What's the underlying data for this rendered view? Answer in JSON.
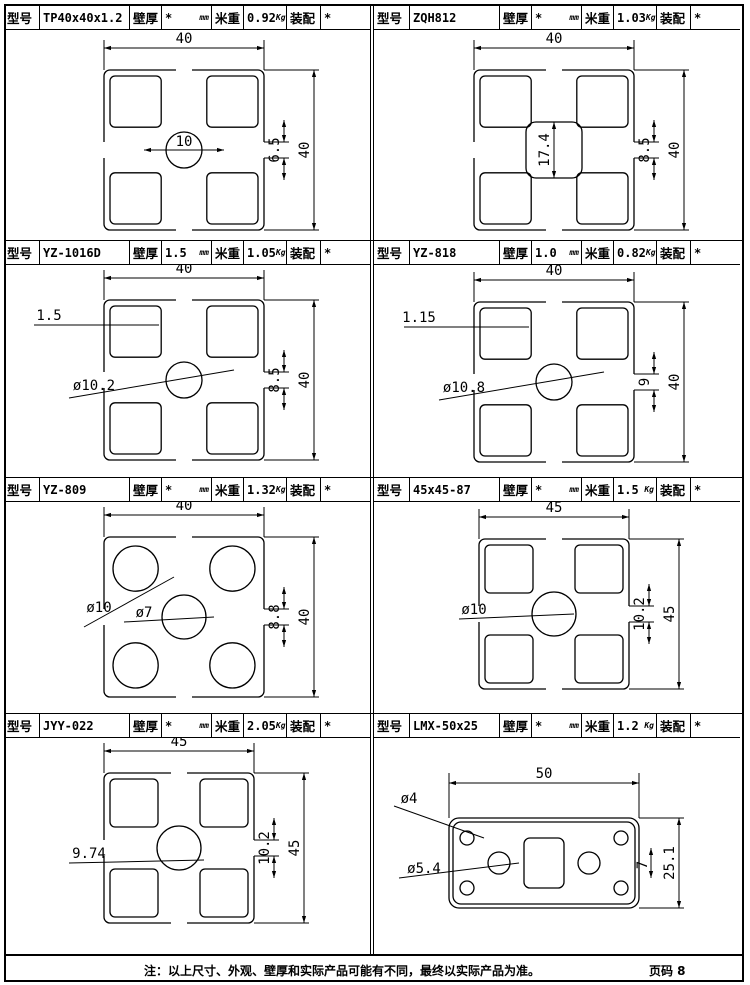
{
  "labels": {
    "model": "型号",
    "wall": "壁厚",
    "unit_mm": "mm",
    "weight": "米重",
    "unit_kg": "Kg",
    "assembly": "装配"
  },
  "profiles": [
    {
      "model": "TP40x40x1.2",
      "wall": "*",
      "weight": "0.92",
      "assembly": "*",
      "dims": {
        "width": "40",
        "height": "40",
        "slot": "6.5",
        "extra1": "10",
        "extra2": ""
      }
    },
    {
      "model": "ZQH812",
      "wall": "*",
      "weight": "1.03",
      "assembly": "*",
      "dims": {
        "width": "40",
        "height": "40",
        "slot": "8.5",
        "extra1": "17.4",
        "extra2": ""
      }
    },
    {
      "model": "YZ-1016D",
      "wall": "1.5",
      "weight": "1.05",
      "assembly": "*",
      "dims": {
        "width": "40",
        "height": "40",
        "slot": "8.5",
        "extra1": "1.5",
        "extra2": "ø10.2"
      }
    },
    {
      "model": "YZ-818",
      "wall": "1.0",
      "weight": "0.82",
      "assembly": "*",
      "dims": {
        "width": "40",
        "height": "40",
        "slot": "9",
        "extra1": "1.15",
        "extra2": "ø10.8"
      }
    },
    {
      "model": "YZ-809",
      "wall": "*",
      "weight": "1.32",
      "assembly": "*",
      "dims": {
        "width": "40",
        "height": "40",
        "slot": "8.8",
        "extra1": "ø10",
        "extra2": "ø7"
      }
    },
    {
      "model": "45x45-87",
      "wall": "*",
      "weight": "1.5",
      "assembly": "*",
      "dims": {
        "width": "45",
        "height": "45",
        "slot": "10.2",
        "extra1": "ø10",
        "extra2": ""
      }
    },
    {
      "model": "JYY-022",
      "wall": "*",
      "weight": "2.05",
      "assembly": "*",
      "dims": {
        "width": "45",
        "height": "45",
        "slot": "10.2",
        "extra1": "9.74",
        "extra2": ""
      }
    },
    {
      "model": "LMX-50x25",
      "wall": "*",
      "weight": "1.2",
      "assembly": "*",
      "dims": {
        "width": "50",
        "height": "25.1",
        "slot": "7",
        "extra1": "ø4",
        "extra2": "ø5.4"
      }
    }
  ],
  "footer": {
    "note": "注：以上尺寸、外观、壁厚和实际产品可能有不同，最终以实际产品为准。",
    "page": "页码 8"
  }
}
